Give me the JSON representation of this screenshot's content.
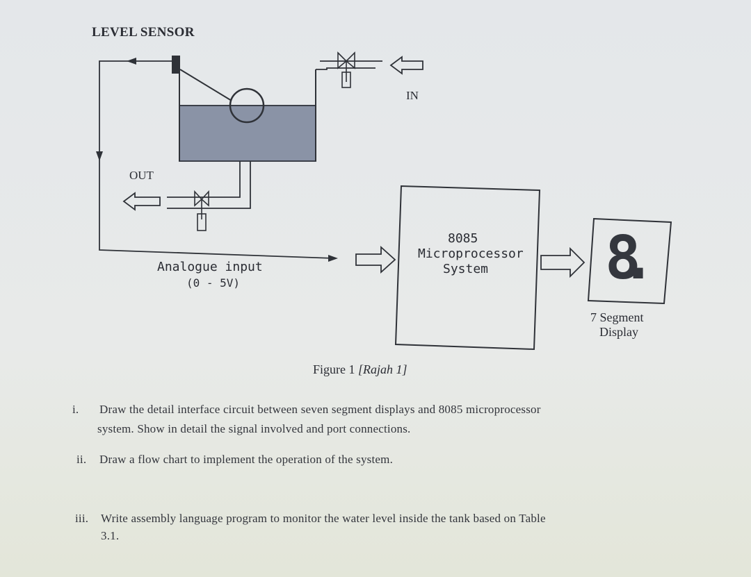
{
  "diagram": {
    "title": "LEVEL SENSOR",
    "in_label": "IN",
    "out_label": "OUT",
    "analogue_input": "Analogue input",
    "analogue_range": "(0 - 5V)",
    "processor_line1": "8085",
    "processor_line2": "Microprocessor",
    "processor_line3": "System",
    "display_digit": "8.",
    "display_line1": "7 Segment",
    "display_line2": "Display",
    "caption_main": "Figure 1",
    "caption_alt": "[Rajah 1]"
  },
  "questions": [
    {
      "num": "i.",
      "line1": "Draw the detail interface circuit between seven segment displays and 8085 microprocessor",
      "line2": "system. Show in detail the signal involved and port connections."
    },
    {
      "num": "ii.",
      "line1": "Draw a flow chart to implement the operation of the system.",
      "line2": ""
    },
    {
      "num": "iii.",
      "line1": "Write assembly language program to monitor the water level inside the tank based on Table",
      "line2": "3.1."
    }
  ],
  "colors": {
    "ink": "#2f3238",
    "water": "#8a93a6",
    "water_edge": "#3c4049"
  }
}
